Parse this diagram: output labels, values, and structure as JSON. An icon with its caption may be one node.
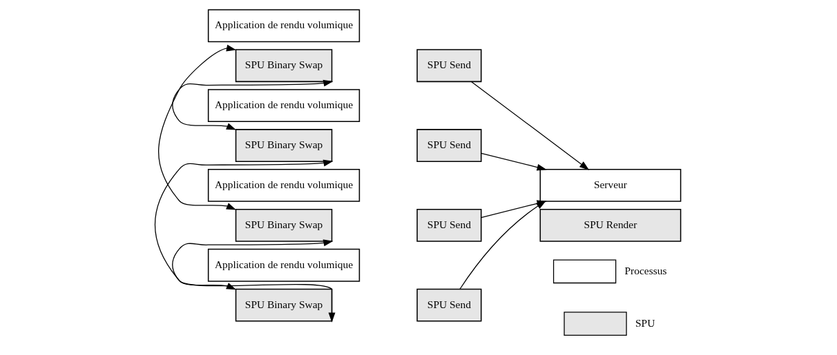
{
  "diagram": {
    "nodes": [
      {
        "text": [
          "Application de rendu volumique"
        ]
      },
      {
        "text": [
          "SPU Binary Swap"
        ]
      },
      {
        "text": [
          "SPU Send"
        ]
      },
      {
        "text": [
          "Application de rendu volumique"
        ]
      },
      {
        "text": [
          "SPU Binary Swap"
        ]
      },
      {
        "text": [
          "SPU Send"
        ]
      },
      {
        "text": [
          "Application de rendu volumique"
        ]
      },
      {
        "text": [
          "SPU Binary Swap"
        ]
      },
      {
        "text": [
          "SPU Send"
        ]
      },
      {
        "text": [
          "Application de rendu volumique"
        ]
      },
      {
        "text": [
          "SPU Binary Swap"
        ]
      },
      {
        "text": [
          "SPU Send"
        ]
      },
      {
        "text": [
          "Serveur"
        ]
      },
      {
        "text": [
          "SPU Render"
        ]
      }
    ],
    "edges": [
      {
        "from": 1,
        "to": 7,
        "arrow": "both"
      },
      {
        "from": 1,
        "to": 4,
        "arrow": "both"
      },
      {
        "from": 4,
        "to": 10,
        "arrow": "both"
      },
      {
        "from": 7,
        "to": 10,
        "arrow": "both"
      },
      {
        "from": 2,
        "to": 12,
        "arrow": "to"
      },
      {
        "from": 5,
        "to": 12,
        "arrow": "to"
      },
      {
        "from": 8,
        "to": 12,
        "arrow": "to"
      },
      {
        "from": 11,
        "to": 12,
        "arrow": "to"
      }
    ],
    "legend": [
      {
        "text": "Processus",
        "color": "#ffffff"
      },
      {
        "text": "SPU",
        "color": "#e6e6e6"
      }
    ]
  }
}
